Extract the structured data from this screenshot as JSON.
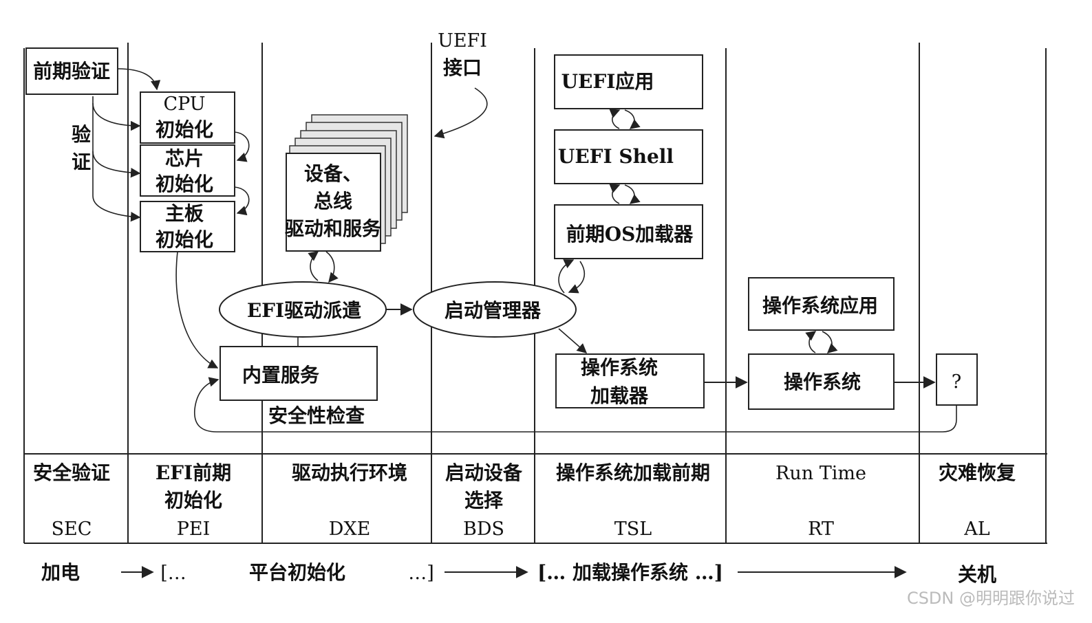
{
  "uefi_interface": [
    "UEFI",
    "接口"
  ],
  "sec": {
    "pre_verify": "前期验证",
    "verify": [
      "验",
      "证"
    ]
  },
  "pei": {
    "cpu_init": [
      "CPU",
      "初始化"
    ],
    "chipset_init": [
      "芯片",
      "初始化"
    ],
    "board_init": [
      "主板",
      "初始化"
    ]
  },
  "dxe": {
    "drivers": [
      "设备、",
      "总线",
      "驱动和服务"
    ],
    "dispatcher": "EFI驱动派遣",
    "builtin_services": "内置服务",
    "security_check": "安全性检查"
  },
  "bds": {
    "boot_manager": "启动管理器"
  },
  "tsl": {
    "uefi_app": "UEFI应用",
    "uefi_shell": "UEFI Shell",
    "early_os_loader": "前期OS加载器",
    "os_loader": [
      "操作系统",
      "加载器"
    ]
  },
  "rt": {
    "os_app": "操作系统应用",
    "os": "操作系统"
  },
  "al": {
    "unknown": "?"
  },
  "phases": [
    {
      "name_lines": [
        "安全验证"
      ],
      "abbr": "SEC"
    },
    {
      "name_lines": [
        "EFI前期",
        "初始化"
      ],
      "abbr": "PEI"
    },
    {
      "name_lines": [
        "驱动执行环境"
      ],
      "abbr": "DXE"
    },
    {
      "name_lines": [
        "启动设备",
        "选择"
      ],
      "abbr": "BDS"
    },
    {
      "name_lines": [
        "操作系统加载前期"
      ],
      "abbr": "TSL"
    },
    {
      "name_lines": [
        "Run Time"
      ],
      "abbr": "RT"
    },
    {
      "name_lines": [
        "灾难恢复"
      ],
      "abbr": "AL"
    }
  ],
  "timeline": {
    "power_on": "加电",
    "platform_init": "平台初始化",
    "bracket_open": "[…",
    "bracket_close": "…]",
    "load_os": "[… 加载操作系统 …]",
    "shutdown": "关机"
  },
  "watermark": "CSDN @明明跟你说过"
}
